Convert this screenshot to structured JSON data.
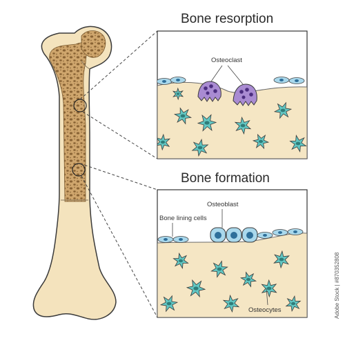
{
  "panels": {
    "resorption": {
      "title": "Bone resorption",
      "osteoclast_label": "Osteoclast"
    },
    "formation": {
      "title": "Bone formation",
      "lining_label": "Bone lining cells",
      "osteoblast_label": "Osteoblast",
      "osteocytes_label": "Osteocytes"
    }
  },
  "watermark": "Adobe Stock | #870352808",
  "colors": {
    "bone_fill": "#f4e3bd",
    "bone_stroke": "#3a3a3a",
    "spongy": "#cfa66d",
    "matrix": "#f5e6c4",
    "osteocyte": "#62c7c3",
    "osteoclast": "#a98bd2",
    "osteoblast": "#a9d8ec",
    "lining": "#a9d8ec"
  },
  "icons": {
    "osteocyte": "star-cell-icon",
    "osteoclast": "multinucleated-cell-icon",
    "osteoblast": "cuboidal-cell-icon"
  }
}
